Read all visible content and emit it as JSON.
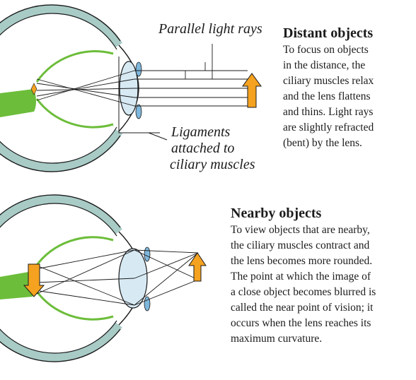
{
  "labels": {
    "parallel_rays": "Parallel light rays",
    "ligaments": [
      "Ligaments",
      "attached to",
      "ciliary muscles"
    ]
  },
  "distant": {
    "heading": "Distant objects",
    "lines": [
      "To focus on objects",
      "in the distance, the",
      "ciliary muscles relax",
      "and the lens flattens",
      "and thins. Light rays",
      "are slightly refracted",
      "(bent) by the lens."
    ]
  },
  "nearby": {
    "heading": "Nearby objects",
    "lines": [
      "To view objects that are nearby,",
      "the ciliary muscles contract and",
      "the lens becomes more rounded.",
      "The point at which the image of",
      "a close object becomes blurred is",
      "called the near point of vision; it",
      "occurs when the lens reaches its",
      "maximum curvature."
    ]
  },
  "colors": {
    "sclera": "#a8cbc6",
    "retina": "#6cbd3a",
    "nerve": "#6cbd3a",
    "arrow": "#f4a21f",
    "line": "#1b1b1b",
    "lens": "#d7eaf4"
  }
}
